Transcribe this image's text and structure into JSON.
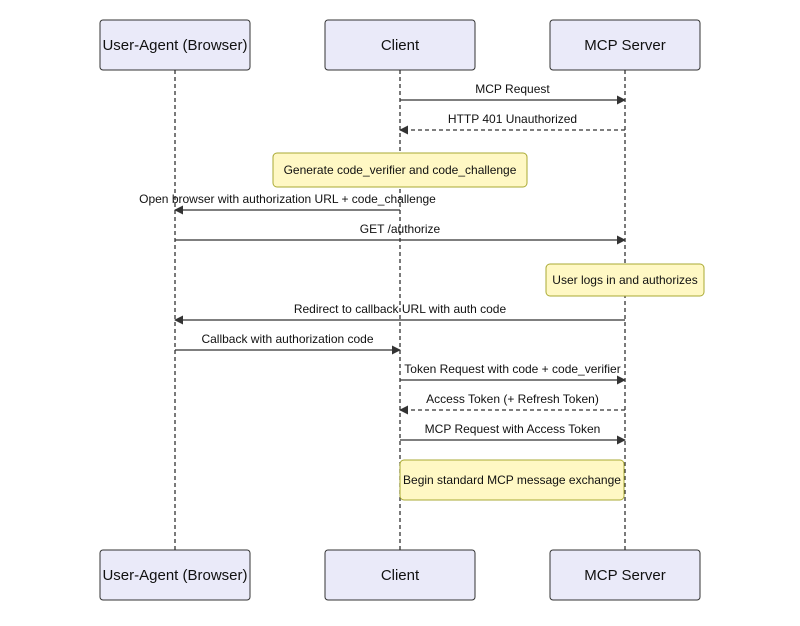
{
  "actors": [
    {
      "id": "ua",
      "label": "User-Agent (Browser)"
    },
    {
      "id": "client",
      "label": "Client"
    },
    {
      "id": "server",
      "label": "MCP Server"
    }
  ],
  "messages": [
    {
      "from": "client",
      "to": "server",
      "label": "MCP Request",
      "style": "solid"
    },
    {
      "from": "server",
      "to": "client",
      "label": "HTTP 401 Unauthorized",
      "style": "dashed"
    },
    {
      "note": "Generate code_verifier and code_challenge",
      "over": "client"
    },
    {
      "from": "client",
      "to": "ua",
      "label": "Open browser with authorization URL + code_challenge",
      "style": "solid"
    },
    {
      "from": "ua",
      "to": "server",
      "label": "GET /authorize",
      "style": "solid"
    },
    {
      "note": "User logs in and authorizes",
      "over": "server"
    },
    {
      "from": "server",
      "to": "ua",
      "label": "Redirect to callback URL with auth code",
      "style": "solid"
    },
    {
      "from": "ua",
      "to": "client",
      "label": "Callback with authorization code",
      "style": "solid"
    },
    {
      "from": "client",
      "to": "server",
      "label": "Token Request with code + code_verifier",
      "style": "solid"
    },
    {
      "from": "server",
      "to": "client",
      "label": "Access Token (+ Refresh Token)",
      "style": "dashed"
    },
    {
      "from": "client",
      "to": "server",
      "label": "MCP Request with Access Token",
      "style": "solid"
    },
    {
      "note": "Begin standard MCP message exchange",
      "over": "client-server"
    }
  ],
  "colors": {
    "actor_fill": "#eaeaf9",
    "note_fill": "#fff8c4",
    "line": "#333333"
  }
}
